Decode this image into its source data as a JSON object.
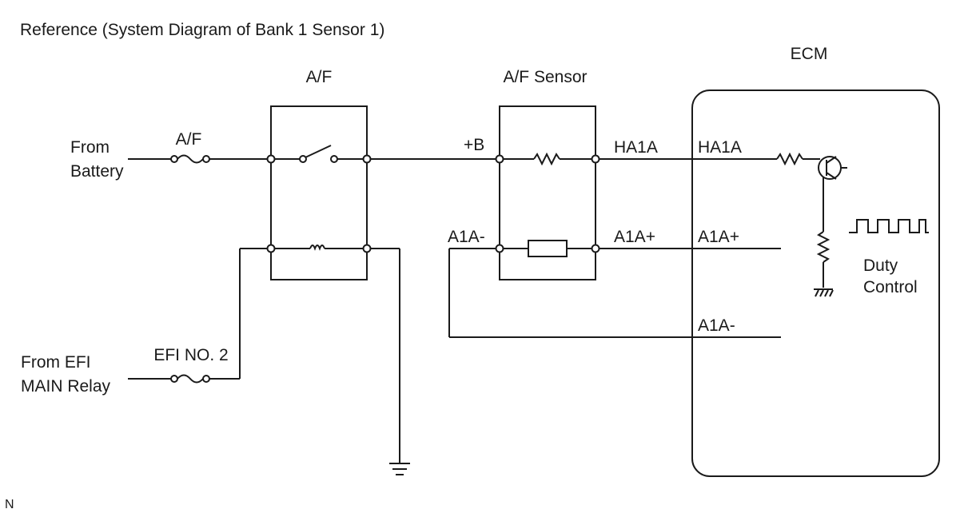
{
  "title": "Reference (System Diagram of Bank 1 Sensor 1)",
  "blocks": {
    "af_relay": "A/F",
    "af_sensor": "A/F Sensor",
    "ecm": "ECM"
  },
  "sources": {
    "battery_line1": "From",
    "battery_line2": "Battery",
    "efi_line1": "From EFI",
    "efi_line2": "MAIN Relay"
  },
  "fuses": {
    "af": "A/F",
    "efi": "EFI NO. 2"
  },
  "terminals": {
    "plus_b": "+B",
    "sensor_a1a_minus": "A1A-",
    "sensor_ha1a": "HA1A",
    "sensor_a1a_plus": "A1A+",
    "ecm_ha1a": "HA1A",
    "ecm_a1a_plus": "A1A+",
    "ecm_a1a_minus": "A1A-"
  },
  "duty": {
    "line1": "Duty",
    "line2": "Control"
  },
  "footer": "N"
}
